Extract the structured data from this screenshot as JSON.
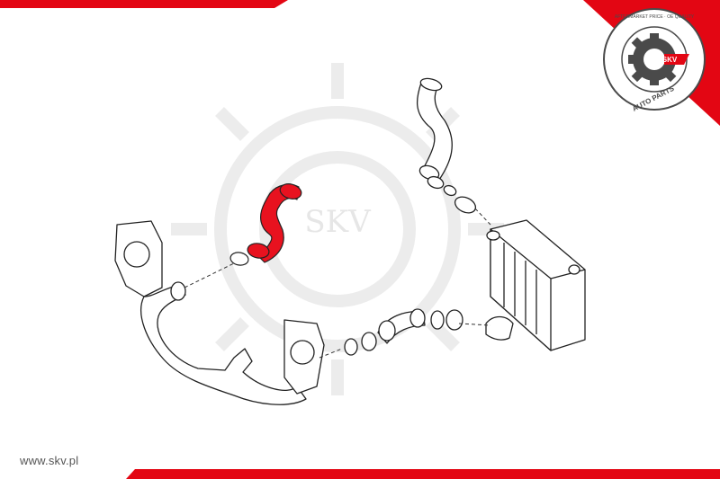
{
  "footer": {
    "url": "www.skv.pl"
  },
  "watermark": {
    "text": "SKV"
  },
  "logo": {
    "ring_text_top": "AFTERMARKET PRICE · OE QUALITY",
    "ring_text_bottom": "AUTO PARTS",
    "center_text": "SKV"
  },
  "colors": {
    "brand_red": "#e30613",
    "highlight_part": "#e8121f",
    "outline": "#222222",
    "logo_ring": "#4a4a4a",
    "watermark": "#ececec"
  }
}
